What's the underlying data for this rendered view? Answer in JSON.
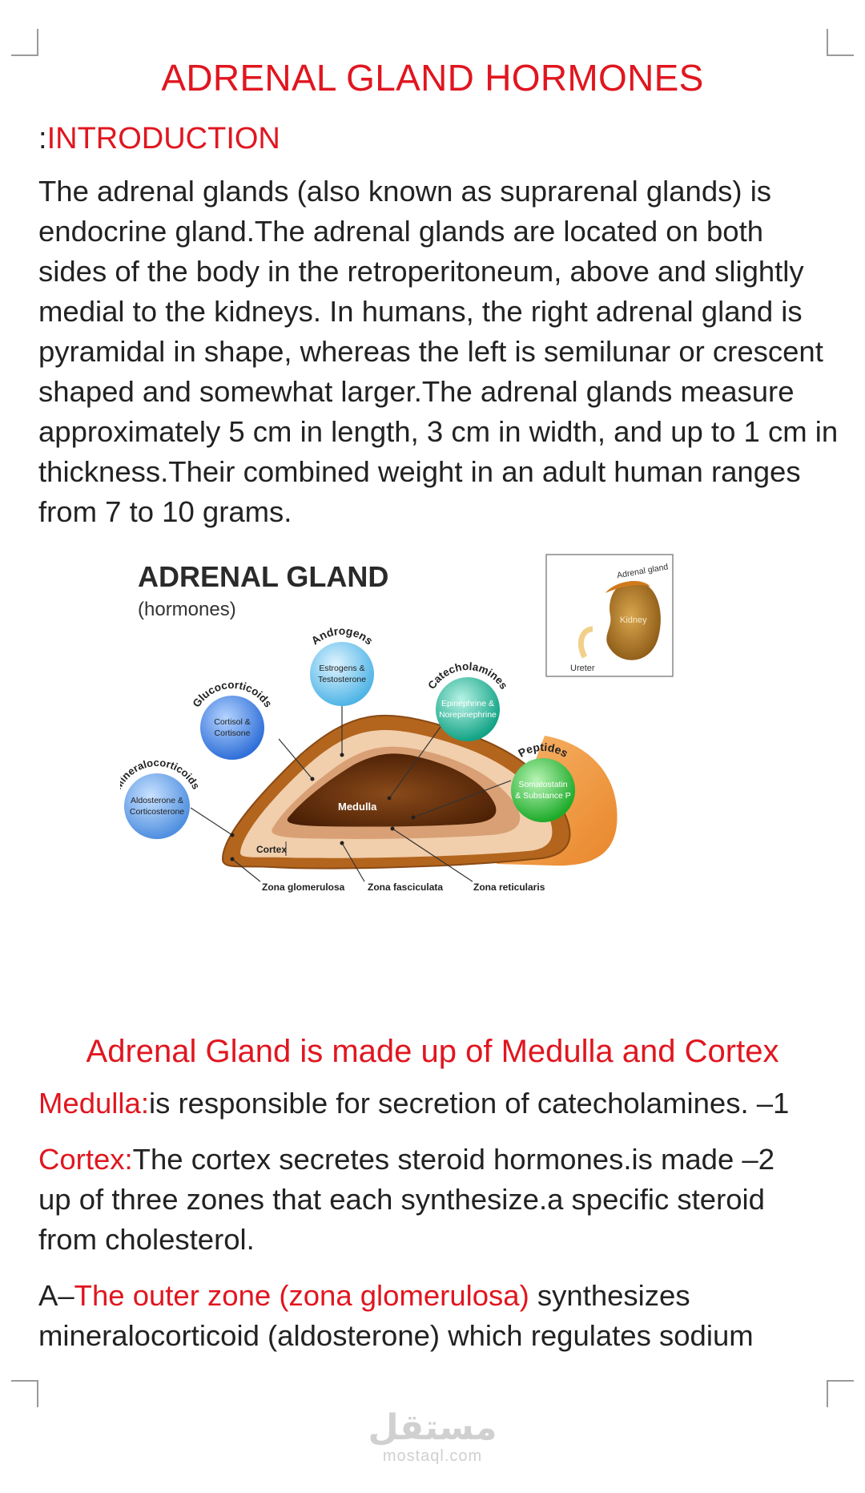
{
  "title": "ADRENAL GLAND HORMONES",
  "intro": {
    "prefix": ":",
    "label": "INTRODUCTION"
  },
  "intro_paragraph": "The adrenal glands (also known as suprarenal glands) is endocrine gland.The adrenal glands are located on both sides of the body in the retroperitoneum, above and slightly medial to the kidneys. In humans, the right adrenal gland is pyramidal in shape, whereas the left is semilunar or crescent shaped and somewhat larger.The adrenal glands measure approximately 5 cm in length, 3 cm in width, and up to 1 cm in thickness.Their combined weight in an adult human ranges from 7 to 10 grams.",
  "figure": {
    "title": "ADRENAL GLAND",
    "subtitle": "(hormones)",
    "inset": {
      "adrenal": "Adrenal gland",
      "kidney": "Kidney",
      "ureter": "Ureter"
    },
    "hormones": [
      {
        "name": "Mineralocorticoids",
        "desc1": "Aldosterone &",
        "desc2": "Corticosterone",
        "color": "#5a9ae6"
      },
      {
        "name": "Glucocorticoids",
        "desc1": "Cortisol &",
        "desc2": "Cortisone",
        "color": "#3f82e0"
      },
      {
        "name": "Androgens",
        "desc1": "Estrogens &",
        "desc2": "Testosterone",
        "color": "#6cc4ea"
      },
      {
        "name": "Catecholamines",
        "desc1": "Epinephrine &",
        "desc2": "Norepinephrine",
        "color": "#1fb89a"
      },
      {
        "name": "Peptides",
        "desc1": "Somatostatin",
        "desc2": "& Substance P",
        "color": "#2ebd3e"
      }
    ],
    "labels": {
      "medulla": "Medulla",
      "cortex": "Cortex",
      "zone1": "Zona glomerulosa",
      "zone2": "Zona fasciculata",
      "zone3": "Zona reticularis"
    }
  },
  "subtitle": "Adrenal Gland is made up of Medulla and Cortex",
  "points": {
    "medulla_term": "Medulla:",
    "medulla_text": "is responsible for secretion of catecholamines.",
    "medulla_num": "–1",
    "cortex_term": "Cortex:",
    "cortex_text1": "The cortex secretes steroid hormones.is made",
    "cortex_num": "–2",
    "cortex_text2": "up of three zones that each synthesize.a specific steroid",
    "cortex_text3": "from cholesterol.",
    "a_prefix": "A–",
    "a_term": "The outer zone (zona glomerulosa)",
    "a_text1": " synthesizes",
    "a_text2": "mineralocorticoid (aldosterone) which regulates sodium"
  },
  "watermark": {
    "arabic": "مستقل",
    "latin": "mostaql.com"
  }
}
